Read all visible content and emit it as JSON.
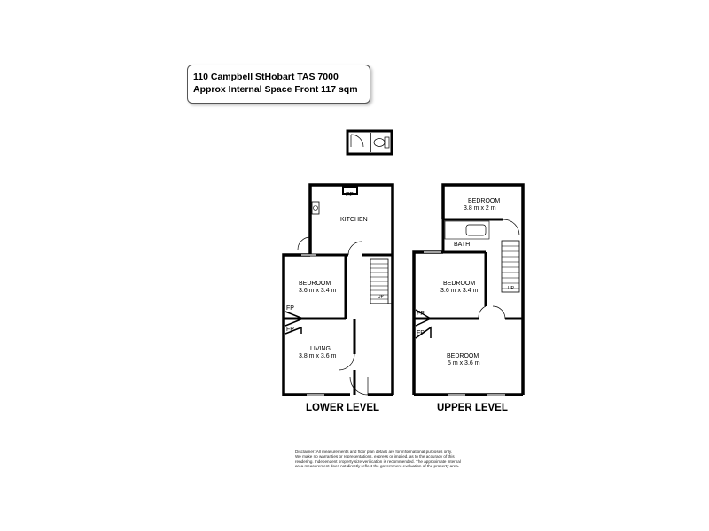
{
  "header": {
    "address": "110 Campbell StHobart TAS 7000",
    "area": "Approx Internal Space Front 117 sqm"
  },
  "levels": {
    "lower": "LOWER LEVEL",
    "upper": "UPPER LEVEL"
  },
  "rooms": {
    "kitchen": "KITCHEN",
    "lower_bedroom": {
      "name": "BEDROOM",
      "size": "3.6 m x 3.4 m"
    },
    "living": {
      "name": "LIVING",
      "size": "3.8 m x 3.6 m"
    },
    "upper_bedroom_top": {
      "name": "BEDROOM",
      "size": "3.8 m x 2 m"
    },
    "bath": "BATH",
    "upper_bedroom_mid": {
      "name": "BEDROOM",
      "size": "3.6 m x 3.4 m"
    },
    "upper_bedroom_main": {
      "name": "BEDROOM",
      "size": "5 m x 3.6 m"
    }
  },
  "marks": {
    "fp": "FP",
    "up": "UP"
  },
  "disclaimer": [
    "Disclaimer: All measurements and floor plan details are for informational purposes only.",
    "We make no warranties or representations, express or implied, as to the accuracy of this",
    "rendering. Independent property size verification is recommended. The approximate internal",
    "area measurement does not directly reflect the government evaluation of the property area."
  ]
}
